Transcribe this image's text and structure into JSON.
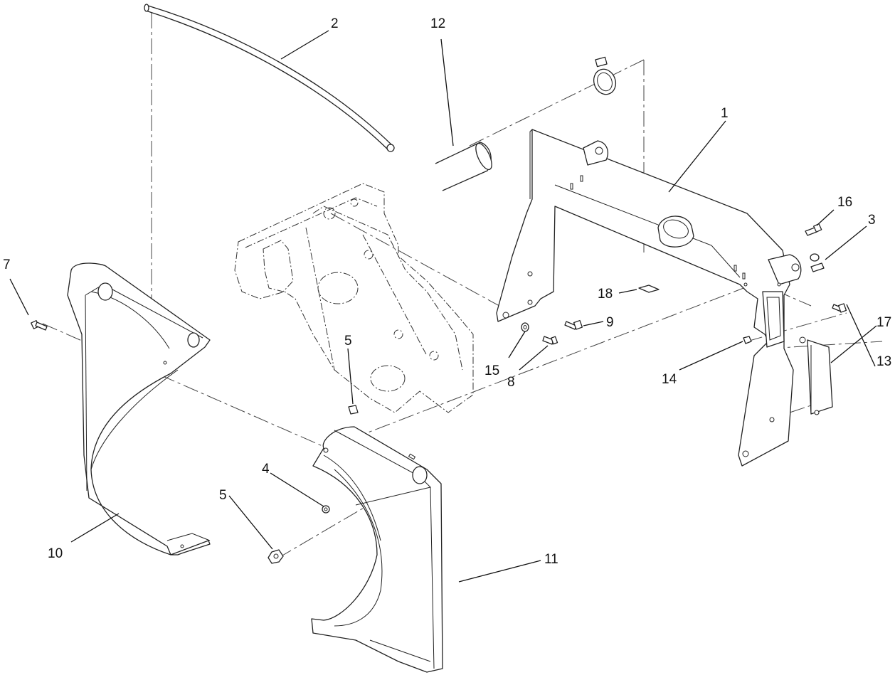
{
  "diagram": {
    "callouts": [
      {
        "id": "1",
        "label": "1"
      },
      {
        "id": "2",
        "label": "2"
      },
      {
        "id": "3",
        "label": "3"
      },
      {
        "id": "4",
        "label": "4"
      },
      {
        "id": "5a",
        "label": "5"
      },
      {
        "id": "5b",
        "label": "5"
      },
      {
        "id": "7",
        "label": "7"
      },
      {
        "id": "8",
        "label": "8"
      },
      {
        "id": "9",
        "label": "9"
      },
      {
        "id": "10",
        "label": "10"
      },
      {
        "id": "11",
        "label": "11"
      },
      {
        "id": "12",
        "label": "12"
      },
      {
        "id": "13",
        "label": "13"
      },
      {
        "id": "14",
        "label": "14"
      },
      {
        "id": "15",
        "label": "15"
      },
      {
        "id": "16",
        "label": "16"
      },
      {
        "id": "17",
        "label": "17"
      },
      {
        "id": "18",
        "label": "18"
      }
    ]
  }
}
